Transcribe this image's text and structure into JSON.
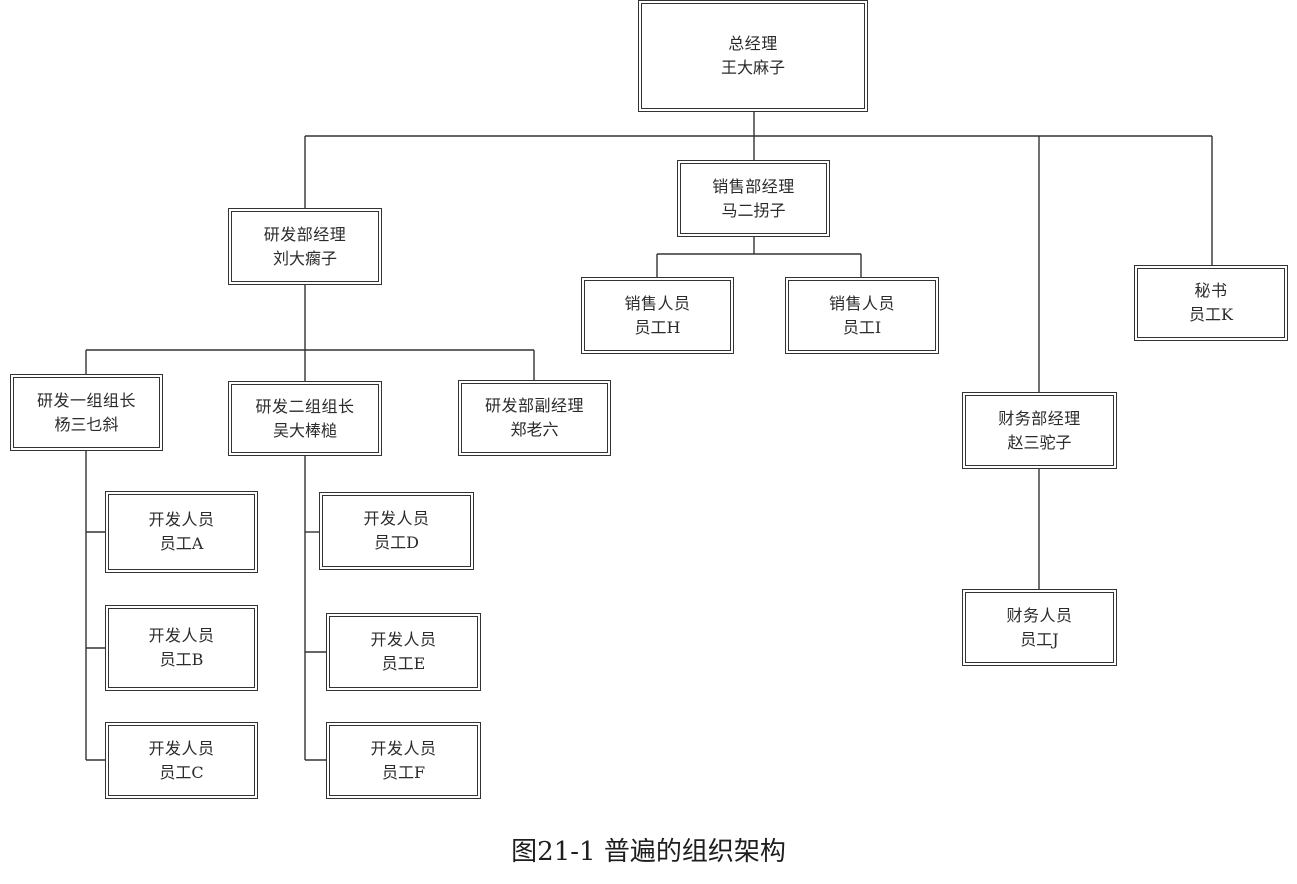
{
  "nodes": {
    "gm": {
      "role": "总经理",
      "name": "王大麻子"
    },
    "rd_mgr": {
      "role": "研发部经理",
      "name": "刘大瘸子"
    },
    "sales_mgr": {
      "role": "销售部经理",
      "name": "马二拐子"
    },
    "secretary": {
      "role": "秘书",
      "name": "员工K"
    },
    "sales_h": {
      "role": "销售人员",
      "name": "员工H"
    },
    "sales_i": {
      "role": "销售人员",
      "name": "员工I"
    },
    "finance_mgr": {
      "role": "财务部经理",
      "name": "赵三驼子"
    },
    "finance_j": {
      "role": "财务人员",
      "name": "员工J"
    },
    "rd_g1": {
      "role": "研发一组组长",
      "name": "杨三乜斜"
    },
    "rd_g2": {
      "role": "研发二组组长",
      "name": "吴大棒槌"
    },
    "rd_deputy": {
      "role": "研发部副经理",
      "name": "郑老六"
    },
    "dev_a": {
      "role": "开发人员",
      "name": "员工A"
    },
    "dev_b": {
      "role": "开发人员",
      "name": "员工B"
    },
    "dev_c": {
      "role": "开发人员",
      "name": "员工C"
    },
    "dev_d": {
      "role": "开发人员",
      "name": "员工D"
    },
    "dev_e": {
      "role": "开发人员",
      "name": "员工E"
    },
    "dev_f": {
      "role": "开发人员",
      "name": "员工F"
    }
  },
  "caption": "图21-1 普遍的组织架构"
}
